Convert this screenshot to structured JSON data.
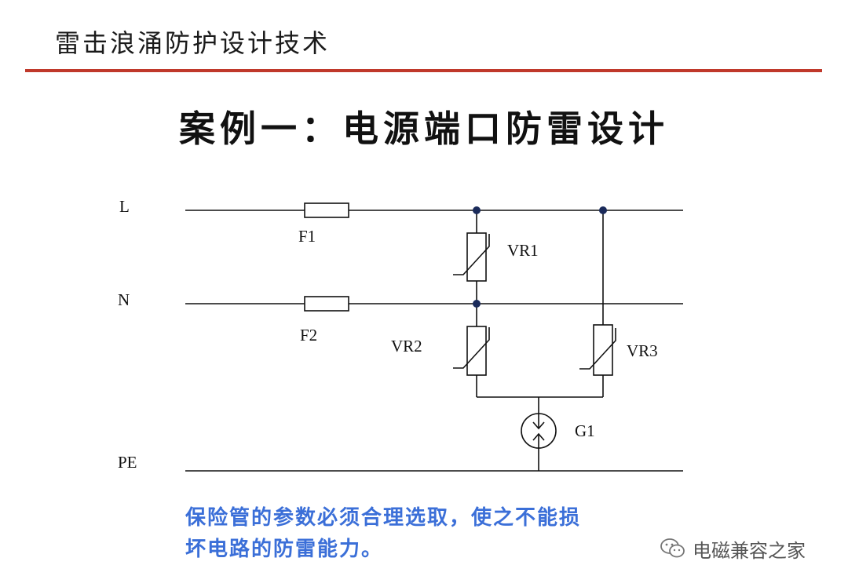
{
  "header": {
    "title": "雷击浪涌防护设计技术"
  },
  "slide": {
    "title": "案例一：电源端口防雷设计"
  },
  "diagram": {
    "lines": {
      "L": "L",
      "N": "N",
      "PE": "PE"
    },
    "components": {
      "F1": "F1",
      "F2": "F2",
      "VR1": "VR1",
      "VR2": "VR2",
      "VR3": "VR3",
      "G1": "G1"
    }
  },
  "note": {
    "line1": "保险管的参数必须合理选取，使之不能损",
    "line2": "坏电路的防雷能力。"
  },
  "watermark": {
    "text": "电磁兼容之家",
    "icon": "wechat-icon"
  },
  "colors": {
    "rule": "#c0392b",
    "note": "#3b6fd8",
    "wire": "#111111"
  }
}
